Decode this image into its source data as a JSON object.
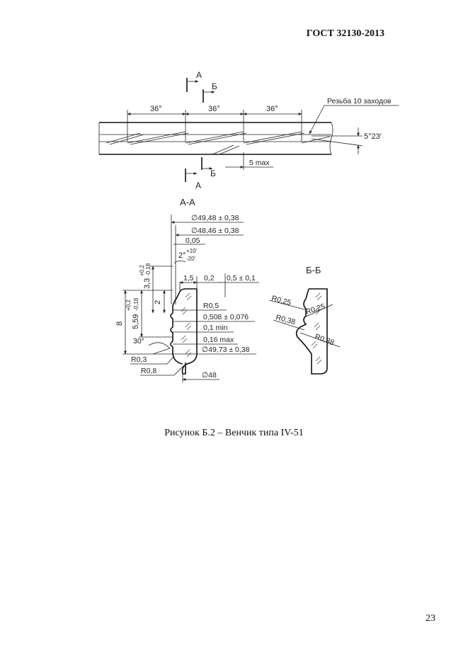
{
  "header": {
    "standard": "ГОСТ 32130-2013"
  },
  "figure": {
    "caption": "Рисунок Б.2 – Венчик типа IV-51",
    "top_view": {
      "section_a": "А",
      "section_b": "Б",
      "pitch_1": "36°",
      "pitch_2": "36°",
      "pitch_3": "36°",
      "thread_note": "Резьба 10 заходов",
      "angle": "5°23′",
      "offset": "5 max"
    },
    "section_aa": {
      "title": "А-А",
      "d1": "∅49,48 ± 0,38",
      "d2": "∅48,46 ± 0,38",
      "d3": "0,05",
      "angle_base": "2°",
      "angle_up": "+10′",
      "angle_down": "-20′",
      "w1": "1,5",
      "w2": "0,2",
      "w3": "0,5 ± 0,1",
      "r1": "R0,5",
      "v1": "0,508 ± 0,076",
      "v2": "0,1 min",
      "v3": "0,16 max",
      "d4": "∅49,73 ± 0,38",
      "h_total": "8",
      "h1_base": "5,59",
      "h1_up": "+0,2",
      "h1_down": "-0,18",
      "h2_base": "3,3",
      "h2_up": "+0,2",
      "h2_down": "-0,18",
      "h3": "2",
      "angle_30": "30°",
      "r2": "R0,3",
      "r3": "R0,8",
      "d5": "∅48"
    },
    "section_bb": {
      "title": "Б-Б",
      "r1": "R0,25",
      "r2": "R0,25",
      "r3": "R0,38",
      "r4": "R0,38"
    }
  },
  "footer": {
    "page_number": "23"
  }
}
